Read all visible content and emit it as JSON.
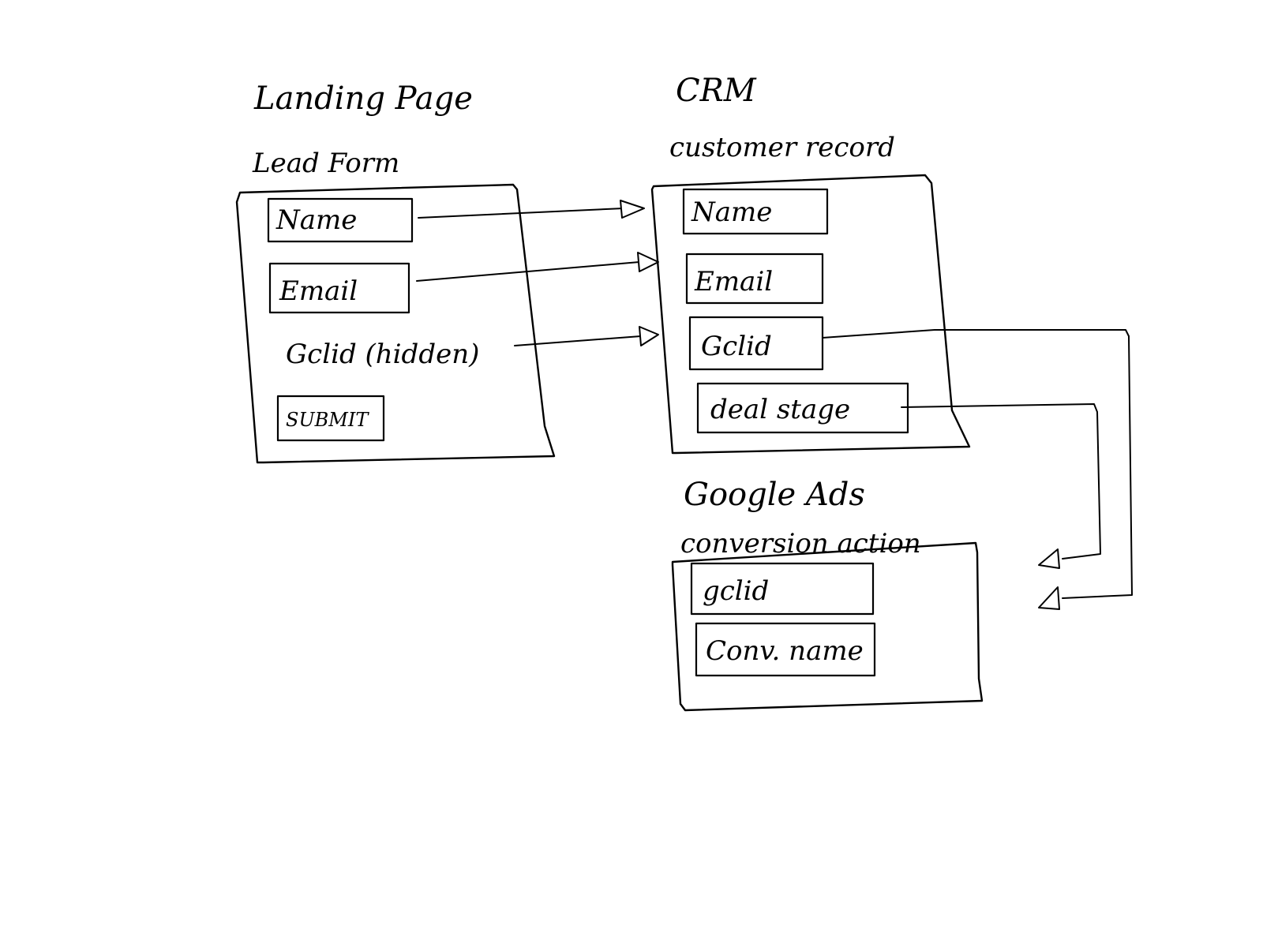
{
  "landing": {
    "title": "Landing Page",
    "form_title": "Lead Form",
    "fields": [
      "Name",
      "Email"
    ],
    "hidden_field": "Gclid (hidden)",
    "submit": "SUBMIT"
  },
  "crm": {
    "title": "CRM",
    "subtitle": "customer record",
    "fields": [
      "Name",
      "Email",
      "Gclid",
      "deal stage"
    ]
  },
  "ads": {
    "title": "Google Ads",
    "subtitle": "conversion action",
    "fields": [
      "gclid",
      "Conv. name"
    ]
  },
  "colors": {
    "ink": "#000000",
    "paper": "#ffffff"
  }
}
